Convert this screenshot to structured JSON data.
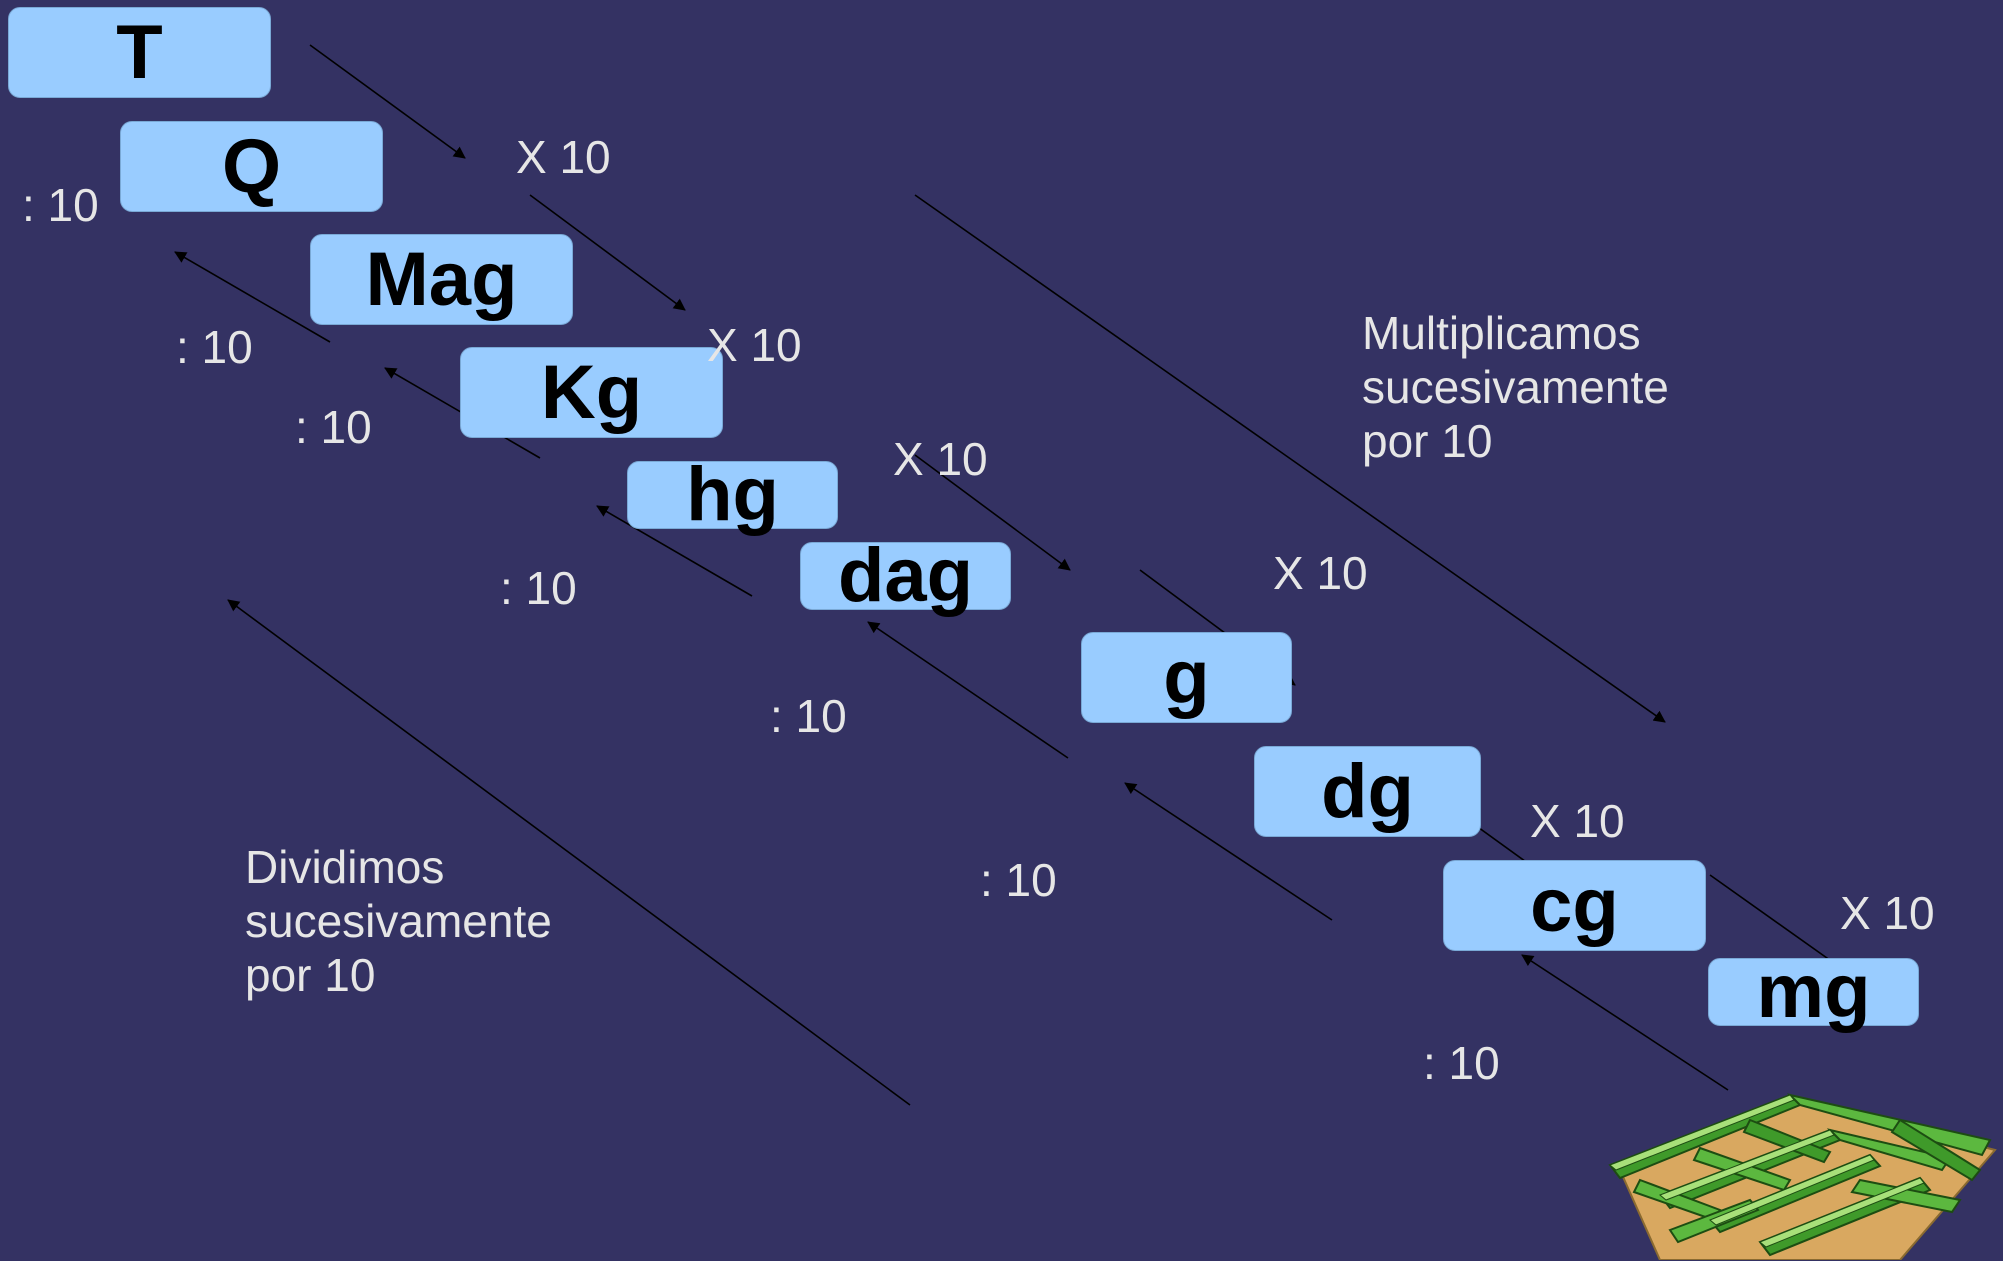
{
  "units": [
    "T",
    "Q",
    "Mag",
    "Kg",
    "hg",
    "dag",
    "g",
    "dg",
    "cg",
    "mg"
  ],
  "multiply_labels": [
    "X 10",
    "X 10",
    "X 10",
    "X 10",
    "X 10",
    "X 10"
  ],
  "divide_labels": [
    ": 10",
    ": 10",
    ": 10",
    ": 10",
    ": 10",
    ": 10",
    ": 10"
  ],
  "multiply_note": [
    "Multiplicamos",
    "sucesivamente",
    "por 10"
  ],
  "divide_note": [
    "Dividimos",
    "sucesivamente",
    "por 10"
  ],
  "colors": {
    "background": "#343263",
    "box": "#99ccff",
    "text_light": "#e6e6e6",
    "maze_green": "#3f9a2a"
  },
  "icons": {
    "maze": "maze-clipart-icon"
  }
}
